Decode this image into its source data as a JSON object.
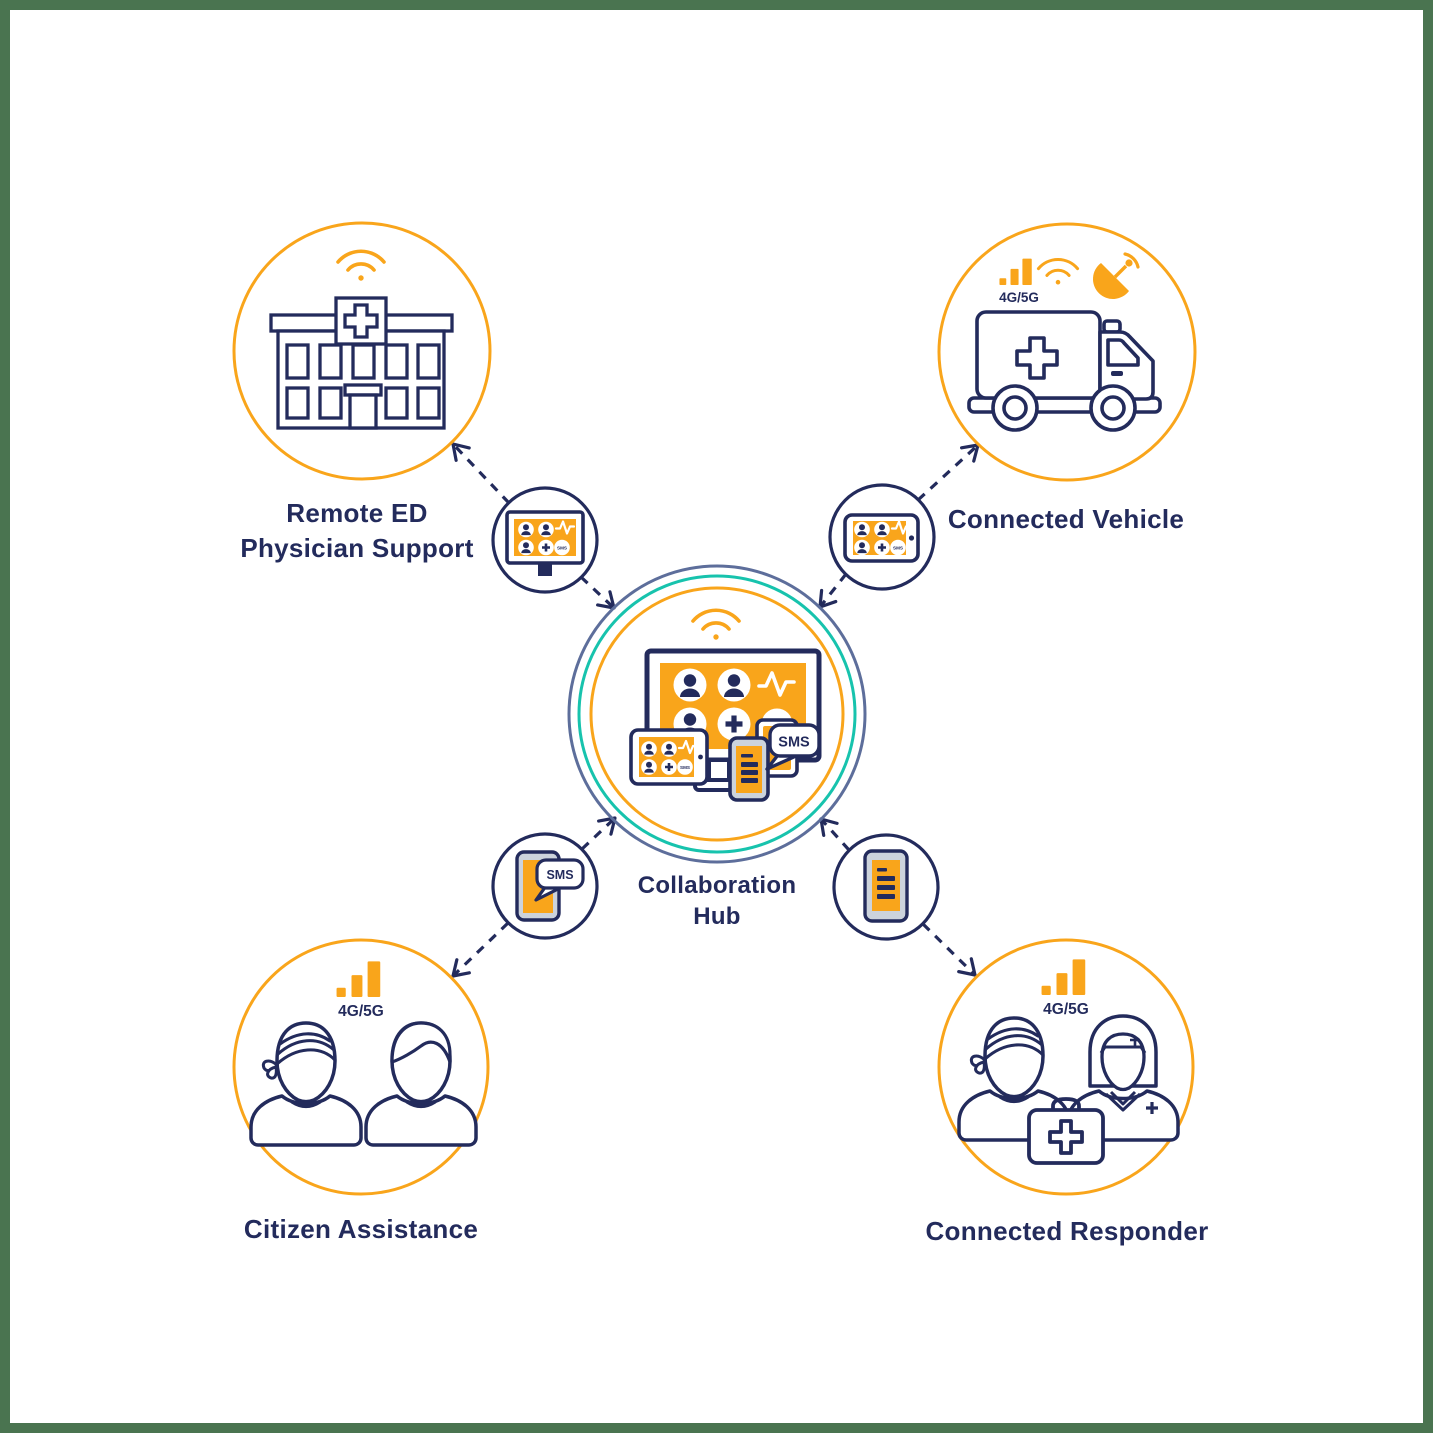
{
  "palette": {
    "frame_green": "#4a7450",
    "navy": "#232b5c",
    "orange": "#f9a51b",
    "teal": "#17c3ad",
    "slate_ring": "#5d6e9b",
    "device_gray": "#ccd3dc",
    "background": "#ffffff"
  },
  "hub": {
    "label_line1": "Collaboration",
    "label_line2": "Hub",
    "icon": "multi-device-collaboration",
    "ring_colors": [
      "#5d6e9b",
      "#17c3ad",
      "#f9a51b"
    ]
  },
  "labels": {
    "sms": "SMS"
  },
  "nodes": {
    "remote_ed": {
      "label_line1": "Remote ED",
      "label_line2": "Physician Support",
      "icon": "hospital-with-wifi"
    },
    "connected_vehicle": {
      "label": "Connected Vehicle",
      "badge": "4G/5G",
      "icon": "ambulance-with-connectivity"
    },
    "citizen_assistance": {
      "label": "Citizen Assistance",
      "badge": "4G/5G",
      "icon": "two-citizens-one-injured"
    },
    "connected_responder": {
      "label": "Connected Responder",
      "badge": "4G/5G",
      "icon": "responder-patient-first-aid-kit"
    }
  },
  "connectors": {
    "top_left": {
      "icon": "telehealth-monitor"
    },
    "top_right": {
      "icon": "telehealth-tablet"
    },
    "bottom_left": {
      "icon": "phone-with-sms",
      "label": "SMS"
    },
    "bottom_right": {
      "icon": "phone-with-messages"
    }
  }
}
